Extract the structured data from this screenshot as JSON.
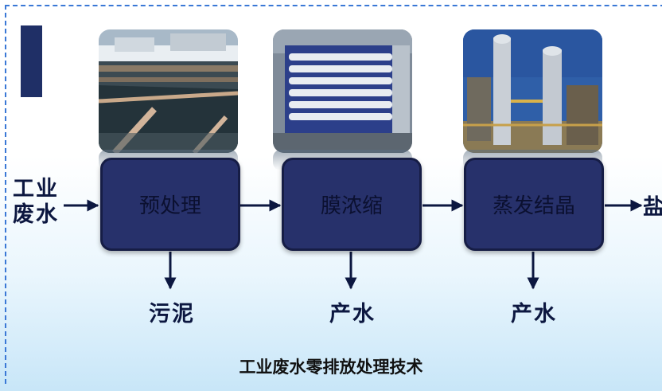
{
  "input": {
    "line1": "工业",
    "line2": "废水"
  },
  "stages": [
    {
      "label": "预处理",
      "photo_icon": "sedimentation-tank-photo",
      "output": "污泥"
    },
    {
      "label": "膜浓缩",
      "photo_icon": "membrane-system-photo",
      "output": "产水"
    },
    {
      "label": "蒸发结晶",
      "photo_icon": "evaporation-tower-photo",
      "output": "产水"
    }
  ],
  "final_output": "盐",
  "caption": "工业废水零排放处理技术",
  "colors": {
    "box_fill": "#27316b",
    "box_border": "#161d45",
    "accent": "#1f2f66",
    "frame": "#3a78d6"
  }
}
